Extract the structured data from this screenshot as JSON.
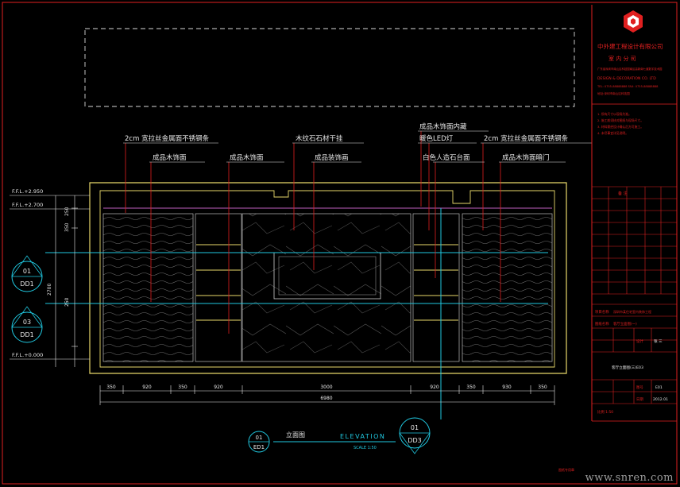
{
  "drawing": {
    "labels_top": {
      "l1": "2cm 宽拉丝金属面不锈钢条",
      "l2": "成品木饰面",
      "l3": "成品木饰面",
      "l4": "木纹石石材干挂",
      "l5": "成品装饰画",
      "l6": "成品木饰面内藏",
      "l7": "暖色LED灯",
      "l8": "白色人造石台面",
      "l9": "2cm 宽拉丝金属面不锈钢条",
      "l10": "成品木饰面暗门"
    },
    "levels": {
      "lv1": "F.F.L.+2.950",
      "lv2": "F.F.L.+2.700",
      "lv3": "F.F.L.+0.000"
    },
    "vert_dims": [
      "250",
      "2700",
      "250",
      "350"
    ],
    "bottom_dims": [
      "350",
      "920",
      "350",
      "920",
      "3000",
      "920",
      "350",
      "930",
      "350"
    ],
    "total_dim": "6980",
    "callouts": {
      "c1": {
        "num": "01",
        "ref": "DD1"
      },
      "c2": {
        "num": "03",
        "ref": "DD1"
      },
      "c3": {
        "num": "01",
        "ref": "DD3"
      }
    },
    "title_mark": {
      "num": "01",
      "ref": "ED1"
    },
    "title": {
      "cn": "立面图",
      "en": "ELEVATION",
      "scale": "SCALE 1:50"
    }
  },
  "title_block": {
    "company_cn": "中外建工程设计有限公司",
    "company_sub": "室 内 分 司",
    "company_addr": "广东省深圳市南山区科技园南区高新南七道数字技术园",
    "company_en": "DESIGN & DECORATION CO. LTD",
    "company_tel": "TEL: 0755-88888888 FAX: 0755-88888888",
    "company_misc": "地址:深圳市南山区科技园",
    "notes": [
      "1. 所有尺寸以现场为准。",
      "2. 施工前须核对图纸与现场尺寸。",
      "3. 材料需经设计确认后方可施工。",
      "4. 未尽事宜详见说明。"
    ],
    "grid_rows": [
      [
        "备 注",
        "",
        ""
      ],
      [
        "",
        "",
        ""
      ],
      [
        "",
        "",
        ""
      ],
      [
        "",
        "",
        ""
      ],
      [
        "",
        "",
        ""
      ],
      [
        "",
        "",
        ""
      ],
      [
        "",
        "",
        ""
      ]
    ],
    "project_label": "项目名称",
    "project_name": "深圳市某住宅室内装饰工程",
    "drawing_label": "图纸名称",
    "drawing_name": "客厅立面图(一)",
    "sheet_label": "设计",
    "sheet_val": "张 三",
    "sheet_name2": "客厅立面图(三)E03",
    "no_label": "图号",
    "no_val": "E01",
    "date_label": "日期",
    "date_val": "2012.01",
    "footer": "比例  1:50",
    "stamp": "图纸专用章"
  },
  "watermark": "www.snren.com",
  "colors": {
    "red": "#e02020",
    "yellow": "#e8d86a",
    "cyan": "#20c8e0",
    "white": "#e8e8e8",
    "gray": "#9a9a9a"
  }
}
